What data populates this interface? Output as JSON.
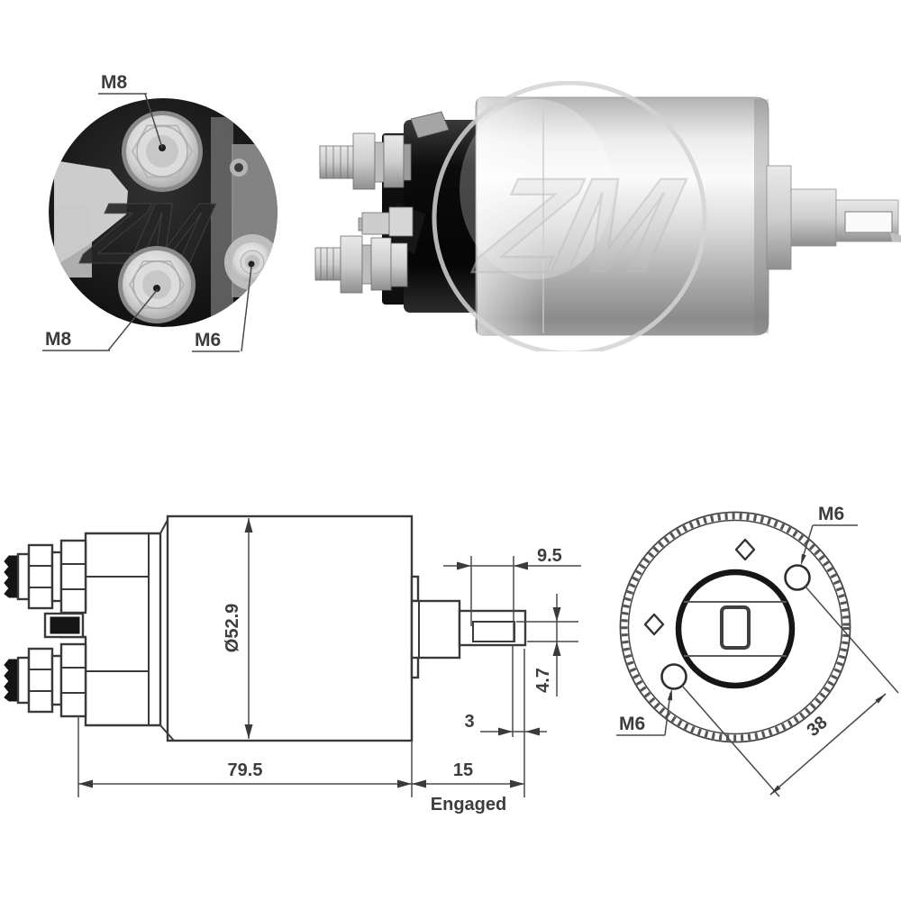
{
  "sheet": {
    "description": "Starter solenoid switch technical sheet"
  },
  "colors": {
    "line": "#3a3a3a",
    "dim_text": "#3d3d3d",
    "photo_black": "#101010",
    "silver_light": "#f4f4f4",
    "silver_dark": "#8e8e8e",
    "watermark_gray": "#c7c7c7"
  },
  "rear_photo": {
    "label_m8_top": "M8",
    "label_m8_bottom": "M8",
    "label_m6": "M6",
    "watermark": "ZM"
  },
  "side_photo": {
    "watermark": "ZM"
  },
  "side_drawing": {
    "dim_diameter": "Ø52.9",
    "dim_length": "79.5",
    "dim_travel": "15",
    "travel_label": "Engaged",
    "dim_fork": "9.5",
    "dim_slot": "4.7",
    "dim_tip": "3"
  },
  "front_drawing": {
    "label_m6_upper": "M6",
    "label_m6_lower": "M6",
    "dim_spacing": "38"
  }
}
